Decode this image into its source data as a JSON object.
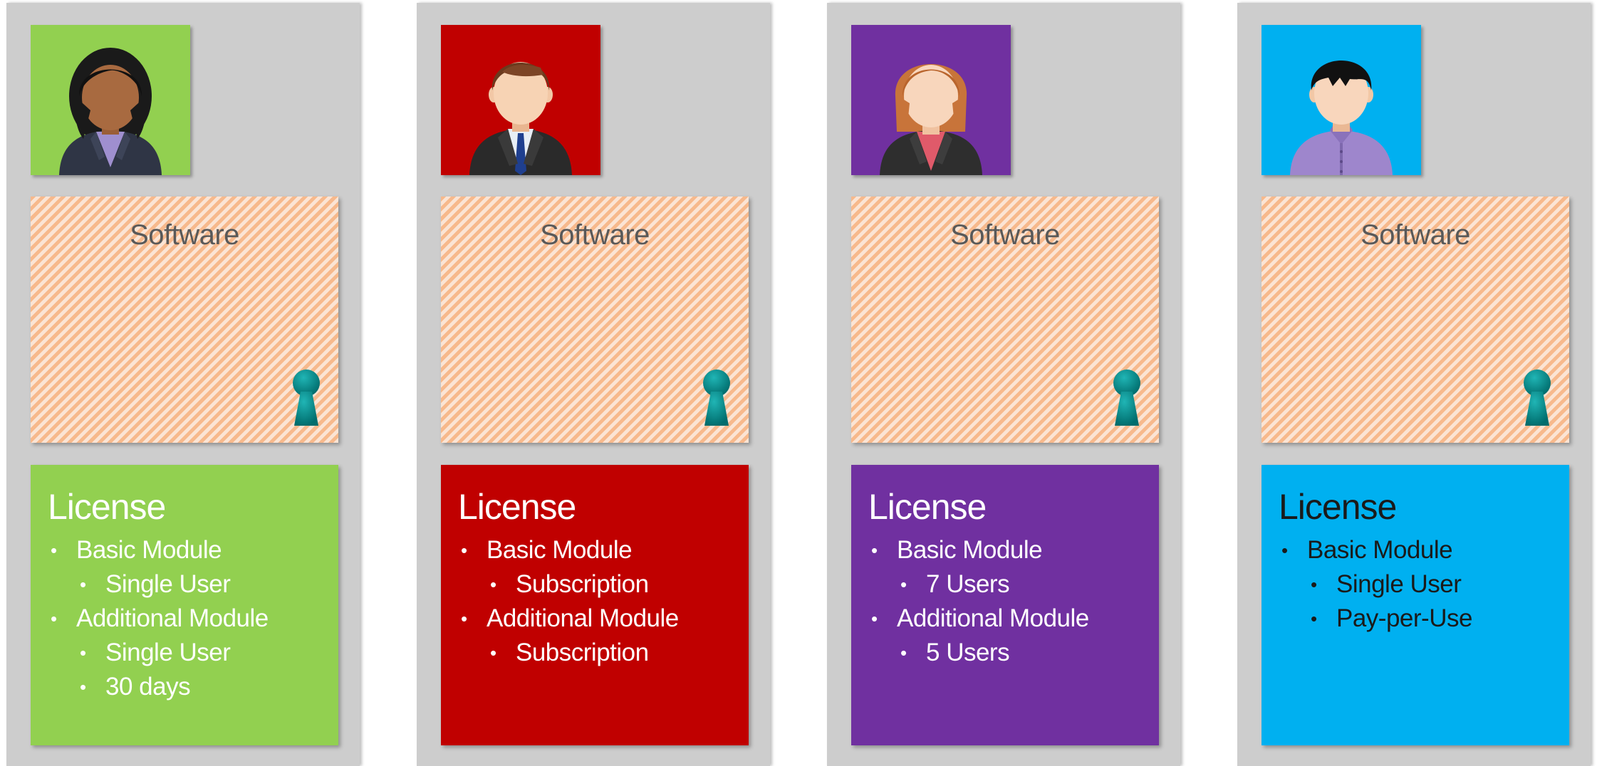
{
  "colors": {
    "panel_background": "#cdcdcd",
    "software_stripe_light": "#fbe4d4",
    "software_stripe_dark": "#f7b98c",
    "keyhole": "#008b8b",
    "software_title": "#595959"
  },
  "columns": [
    {
      "accent_color": "#92d050",
      "avatar_icon": "user-woman-dark-hair-icon",
      "software": {
        "title": "Software",
        "lock_icon": "keyhole-icon"
      },
      "license": {
        "title": "License",
        "items": [
          {
            "level": 1,
            "text": "Basic Module"
          },
          {
            "level": 2,
            "text": "Single User"
          },
          {
            "level": 1,
            "text": "Additional Module"
          },
          {
            "level": 2,
            "text": "Single User"
          },
          {
            "level": 2,
            "text": "30 days"
          }
        ]
      }
    },
    {
      "accent_color": "#c00000",
      "avatar_icon": "user-man-suit-tie-icon",
      "software": {
        "title": "Software",
        "lock_icon": "keyhole-icon"
      },
      "license": {
        "title": "License",
        "items": [
          {
            "level": 1,
            "text": "Basic Module"
          },
          {
            "level": 2,
            "text": "Subscription"
          },
          {
            "level": 1,
            "text": "Additional Module"
          },
          {
            "level": 2,
            "text": "Subscription"
          }
        ]
      }
    },
    {
      "accent_color": "#7030a0",
      "avatar_icon": "user-woman-red-hair-icon",
      "software": {
        "title": "Software",
        "lock_icon": "keyhole-icon"
      },
      "license": {
        "title": "License",
        "items": [
          {
            "level": 1,
            "text": "Basic Module"
          },
          {
            "level": 2,
            "text": "7 Users"
          },
          {
            "level": 1,
            "text": "Additional Module"
          },
          {
            "level": 2,
            "text": "5 Users"
          }
        ]
      }
    },
    {
      "accent_color": "#00b0f0",
      "avatar_icon": "user-man-casual-shirt-icon",
      "software": {
        "title": "Software",
        "lock_icon": "keyhole-icon"
      },
      "license": {
        "title": "License",
        "items": [
          {
            "level": 1,
            "text": "Basic Module"
          },
          {
            "level": 2,
            "text": "Single User"
          },
          {
            "level": 2,
            "text": "Pay-per-Use"
          }
        ]
      }
    }
  ]
}
